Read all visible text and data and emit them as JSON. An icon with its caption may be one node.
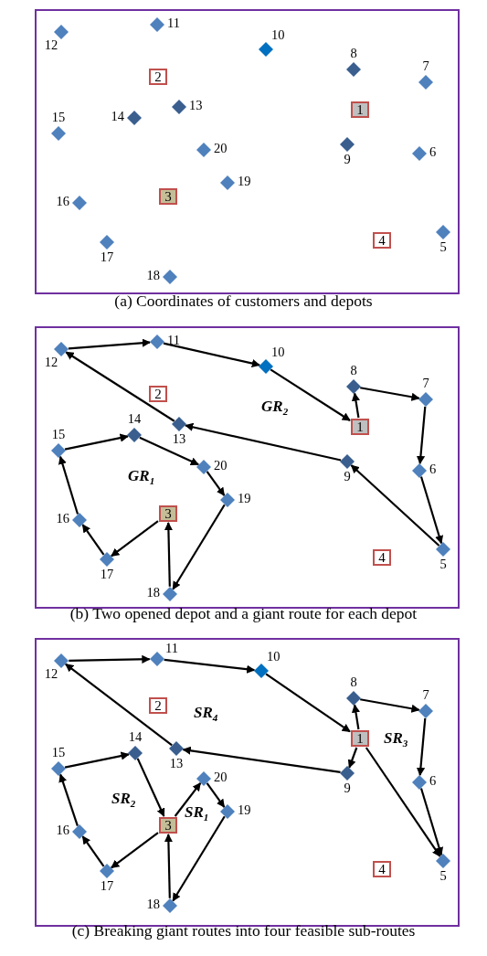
{
  "diagram": {
    "nodes": [
      {
        "text": [],
        "shape": "box",
        "beside": [
          "(a) Coordinates of customers and depots"
        ]
      },
      {
        "text": [
          "1"
        ],
        "in": 0
      },
      {
        "text": [
          "2"
        ],
        "in": 0
      },
      {
        "text": [
          "3"
        ],
        "in": 0
      },
      {
        "text": [
          "4"
        ],
        "in": 0
      },
      {
        "text": [],
        "shape": "diamond",
        "in": 0,
        "beside": [
          "5"
        ]
      },
      {
        "text": [],
        "shape": "diamond",
        "in": 0,
        "beside": [
          "6"
        ]
      },
      {
        "text": [],
        "shape": "diamond",
        "in": 0,
        "beside": [
          "7"
        ]
      },
      {
        "text": [],
        "shape": "diamond",
        "in": 0,
        "beside": [
          "8"
        ]
      },
      {
        "text": [],
        "shape": "diamond",
        "in": 0,
        "beside": [
          "9"
        ]
      },
      {
        "text": [],
        "shape": "diamond",
        "in": 0,
        "beside": [
          "10"
        ]
      },
      {
        "text": [],
        "shape": "diamond",
        "in": 0,
        "beside": [
          "11"
        ]
      },
      {
        "text": [],
        "shape": "diamond",
        "in": 0,
        "beside": [
          "12"
        ]
      },
      {
        "text": [],
        "shape": "diamond",
        "in": 0,
        "beside": [
          "13"
        ]
      },
      {
        "text": [],
        "shape": "diamond",
        "in": 0,
        "beside": [
          "14"
        ]
      },
      {
        "text": [],
        "shape": "diamond",
        "in": 0,
        "beside": [
          "15"
        ]
      },
      {
        "text": [],
        "shape": "diamond",
        "in": 0,
        "beside": [
          "16"
        ]
      },
      {
        "text": [],
        "shape": "diamond",
        "in": 0,
        "beside": [
          "17"
        ]
      },
      {
        "text": [],
        "shape": "diamond",
        "in": 0,
        "beside": [
          "18"
        ]
      },
      {
        "text": [],
        "shape": "diamond",
        "in": 0,
        "beside": [
          "19"
        ]
      },
      {
        "text": [],
        "shape": "diamond",
        "in": 0,
        "beside": [
          "20"
        ]
      },
      {
        "text": [],
        "shape": "box",
        "beside": [
          "(b) Two opened depot and a giant route for each depot"
        ]
      },
      {
        "text": [
          "1"
        ],
        "in": 21
      },
      {
        "text": [
          "2"
        ],
        "in": 21
      },
      {
        "text": [
          "3"
        ],
        "in": 21
      },
      {
        "text": [
          "4"
        ],
        "in": 21
      },
      {
        "text": [],
        "shape": "diamond",
        "in": 21,
        "beside": [
          "5"
        ]
      },
      {
        "text": [],
        "shape": "diamond",
        "in": 21,
        "beside": [
          "6"
        ]
      },
      {
        "text": [],
        "shape": "diamond",
        "in": 21,
        "beside": [
          "7"
        ]
      },
      {
        "text": [],
        "shape": "diamond",
        "in": 21,
        "beside": [
          "8"
        ]
      },
      {
        "text": [],
        "shape": "diamond",
        "in": 21,
        "beside": [
          "9"
        ]
      },
      {
        "text": [],
        "shape": "diamond",
        "in": 21,
        "beside": [
          "10"
        ]
      },
      {
        "text": [],
        "shape": "diamond",
        "in": 21,
        "beside": [
          "11"
        ]
      },
      {
        "text": [],
        "shape": "diamond",
        "in": 21,
        "beside": [
          "12"
        ]
      },
      {
        "text": [],
        "shape": "diamond",
        "in": 21,
        "beside": [
          "13"
        ]
      },
      {
        "text": [],
        "shape": "diamond",
        "in": 21,
        "beside": [
          "14"
        ]
      },
      {
        "text": [],
        "shape": "diamond",
        "in": 21,
        "beside": [
          "15"
        ]
      },
      {
        "text": [],
        "shape": "diamond",
        "in": 21,
        "beside": [
          "16"
        ]
      },
      {
        "text": [],
        "shape": "diamond",
        "in": 21,
        "beside": [
          "17"
        ]
      },
      {
        "text": [],
        "shape": "diamond",
        "in": 21,
        "beside": [
          "18"
        ]
      },
      {
        "text": [],
        "shape": "diamond",
        "in": 21,
        "beside": [
          "19"
        ]
      },
      {
        "text": [],
        "shape": "diamond",
        "in": 21,
        "beside": [
          "20"
        ]
      },
      {
        "text": [],
        "shape": "box",
        "beside": [
          "(c) Breaking giant routes into four feasible sub-routes"
        ]
      },
      {
        "text": [
          "1"
        ],
        "in": 42
      },
      {
        "text": [
          "2"
        ],
        "in": 42
      },
      {
        "text": [
          "3"
        ],
        "in": 42
      },
      {
        "text": [
          "4"
        ],
        "in": 42
      },
      {
        "text": [],
        "shape": "diamond",
        "in": 42,
        "beside": [
          "5"
        ]
      },
      {
        "text": [],
        "shape": "diamond",
        "in": 42,
        "beside": [
          "6"
        ]
      },
      {
        "text": [],
        "shape": "diamond",
        "in": 42,
        "beside": [
          "7"
        ]
      },
      {
        "text": [],
        "shape": "diamond",
        "in": 42,
        "beside": [
          "8"
        ]
      },
      {
        "text": [],
        "shape": "diamond",
        "in": 42,
        "beside": [
          "9"
        ]
      },
      {
        "text": [],
        "shape": "diamond",
        "in": 42,
        "beside": [
          "10"
        ]
      },
      {
        "text": [],
        "shape": "diamond",
        "in": 42,
        "beside": [
          "11"
        ]
      },
      {
        "text": [],
        "shape": "diamond",
        "in": 42,
        "beside": [
          "12"
        ]
      },
      {
        "text": [],
        "shape": "diamond",
        "in": 42,
        "beside": [
          "13"
        ]
      },
      {
        "text": [],
        "shape": "diamond",
        "in": 42,
        "beside": [
          "14"
        ]
      },
      {
        "text": [],
        "shape": "diamond",
        "in": 42,
        "beside": [
          "15"
        ]
      },
      {
        "text": [],
        "shape": "diamond",
        "in": 42,
        "beside": [
          "16"
        ]
      },
      {
        "text": [],
        "shape": "diamond",
        "in": 42,
        "beside": [
          "17"
        ]
      },
      {
        "text": [],
        "shape": "diamond",
        "in": 42,
        "beside": [
          "18"
        ]
      },
      {
        "text": [],
        "shape": "diamond",
        "in": 42,
        "beside": [
          "19"
        ]
      },
      {
        "text": [],
        "shape": "diamond",
        "in": 42,
        "beside": [
          "20"
        ]
      }
    ],
    "edges": [
      {
        "from": 33,
        "to": 32,
        "arrow": "to"
      },
      {
        "from": 32,
        "to": 31,
        "arrow": "to"
      },
      {
        "from": 31,
        "to": 22,
        "arrow": "to"
      },
      {
        "from": 22,
        "to": 29,
        "arrow": "to"
      },
      {
        "from": 29,
        "to": 28,
        "arrow": "to"
      },
      {
        "from": 28,
        "to": 27,
        "arrow": "to"
      },
      {
        "from": 27,
        "to": 26,
        "arrow": "to"
      },
      {
        "from": 26,
        "to": 30,
        "arrow": "to"
      },
      {
        "from": 30,
        "to": 34,
        "arrow": "to"
      },
      {
        "from": 34,
        "to": 33,
        "arrow": "to"
      },
      {
        "from": 24,
        "to": 38,
        "arrow": "to"
      },
      {
        "from": 38,
        "to": 37,
        "arrow": "to"
      },
      {
        "from": 37,
        "to": 36,
        "arrow": "to"
      },
      {
        "from": 36,
        "to": 35,
        "arrow": "to"
      },
      {
        "from": 35,
        "to": 41,
        "arrow": "to"
      },
      {
        "from": 41,
        "to": 40,
        "arrow": "to"
      },
      {
        "from": 40,
        "to": 39,
        "arrow": "to"
      },
      {
        "from": 39,
        "to": 24,
        "arrow": "to"
      },
      {
        "from": 54,
        "to": 53,
        "arrow": "to"
      },
      {
        "from": 53,
        "to": 52,
        "arrow": "to"
      },
      {
        "from": 52,
        "to": 43,
        "arrow": "to"
      },
      {
        "from": 43,
        "to": 50,
        "arrow": "to"
      },
      {
        "from": 50,
        "to": 49,
        "arrow": "to"
      },
      {
        "from": 49,
        "to": 48,
        "arrow": "to"
      },
      {
        "from": 48,
        "to": 47,
        "arrow": "to"
      },
      {
        "from": 43,
        "to": 47,
        "arrow": "to"
      },
      {
        "from": 43,
        "to": 51,
        "arrow": "to"
      },
      {
        "from": 51,
        "to": 55,
        "arrow": "to"
      },
      {
        "from": 55,
        "to": 54,
        "arrow": "to"
      },
      {
        "from": 45,
        "to": 62,
        "arrow": "to"
      },
      {
        "from": 62,
        "to": 61,
        "arrow": "to"
      },
      {
        "from": 61,
        "to": 60,
        "arrow": "to"
      },
      {
        "from": 60,
        "to": 45,
        "arrow": "to"
      },
      {
        "from": 45,
        "to": 59,
        "arrow": "to"
      },
      {
        "from": 59,
        "to": 58,
        "arrow": "to"
      },
      {
        "from": 58,
        "to": 57,
        "arrow": "to"
      },
      {
        "from": 57,
        "to": 56,
        "arrow": "to"
      },
      {
        "from": 56,
        "to": 45,
        "arrow": "to"
      }
    ],
    "labels": [
      "GR$_{2}$",
      "GR$_{1}$",
      "SR$_{4}$",
      "SR$_{3}$",
      "SR$_{2}$",
      "SR$_{1}$"
    ]
  }
}
